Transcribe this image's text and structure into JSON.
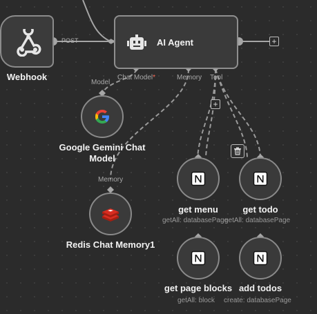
{
  "webhook": {
    "title": "Webhook",
    "icon": "webhook-icon",
    "output_label": "POST"
  },
  "agent": {
    "title": "AI Agent",
    "icon": "robot-icon",
    "ports": {
      "chat_model": "Chat Model",
      "chat_model_required": "*",
      "memory": "Memory",
      "tool": "Tool"
    }
  },
  "gemini": {
    "title_line1": "Google Gemini Chat",
    "title_line2": "Model",
    "port_label": "Model",
    "icon": "google-g-icon"
  },
  "redis": {
    "title": "Redis Chat Memory1",
    "port_label": "Memory",
    "icon": "redis-icon"
  },
  "tools": {
    "get_menu": {
      "title": "get menu",
      "subtitle": "getAll: databasePage",
      "icon": "notion-icon"
    },
    "get_todo": {
      "title": "get todo",
      "subtitle": "getAll: databasePage",
      "icon": "notion-icon"
    },
    "get_page_blocks": {
      "title": "get page blocks",
      "subtitle": "getAll: block",
      "icon": "notion-icon"
    },
    "add_todos": {
      "title": "add todos",
      "subtitle": "create: databasePage",
      "icon": "notion-icon"
    }
  },
  "colors": {
    "canvas": "#2b2b2b",
    "node_bg": "#3a3a3a",
    "node_border": "#8c8c8c",
    "wire": "#a6a6a6",
    "required": "#ff6d5a",
    "redis_red": "#d82c20"
  }
}
